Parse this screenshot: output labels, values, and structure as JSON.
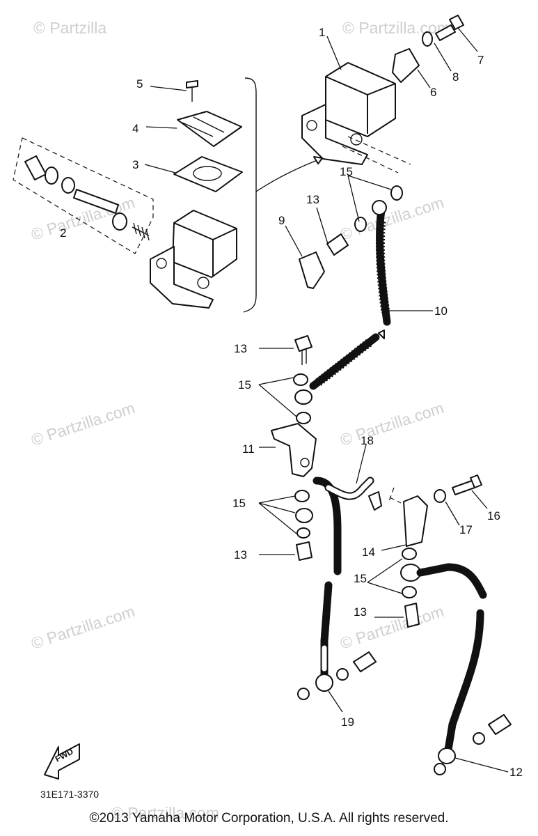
{
  "watermarks": [
    "© Partzilla",
    "© Partzilla.com",
    "© Partzilla.com",
    "© Partzilla.com",
    "© Partzilla.com",
    "© Partzilla.com",
    "© Partzilla.com",
    "© Partzilla.com",
    "© Partzilla.com"
  ],
  "callouts": [
    "1",
    "2",
    "3",
    "4",
    "5",
    "6",
    "7",
    "8",
    "9",
    "10",
    "11",
    "12",
    "13",
    "13",
    "13",
    "13",
    "14",
    "15",
    "15",
    "15",
    "15",
    "16",
    "17",
    "18",
    "19"
  ],
  "fwd_label": "FWD",
  "diagram_code": "31E171-3370",
  "copyright": "©2013 Yamaha Motor Corporation, U.S.A. All rights reserved."
}
